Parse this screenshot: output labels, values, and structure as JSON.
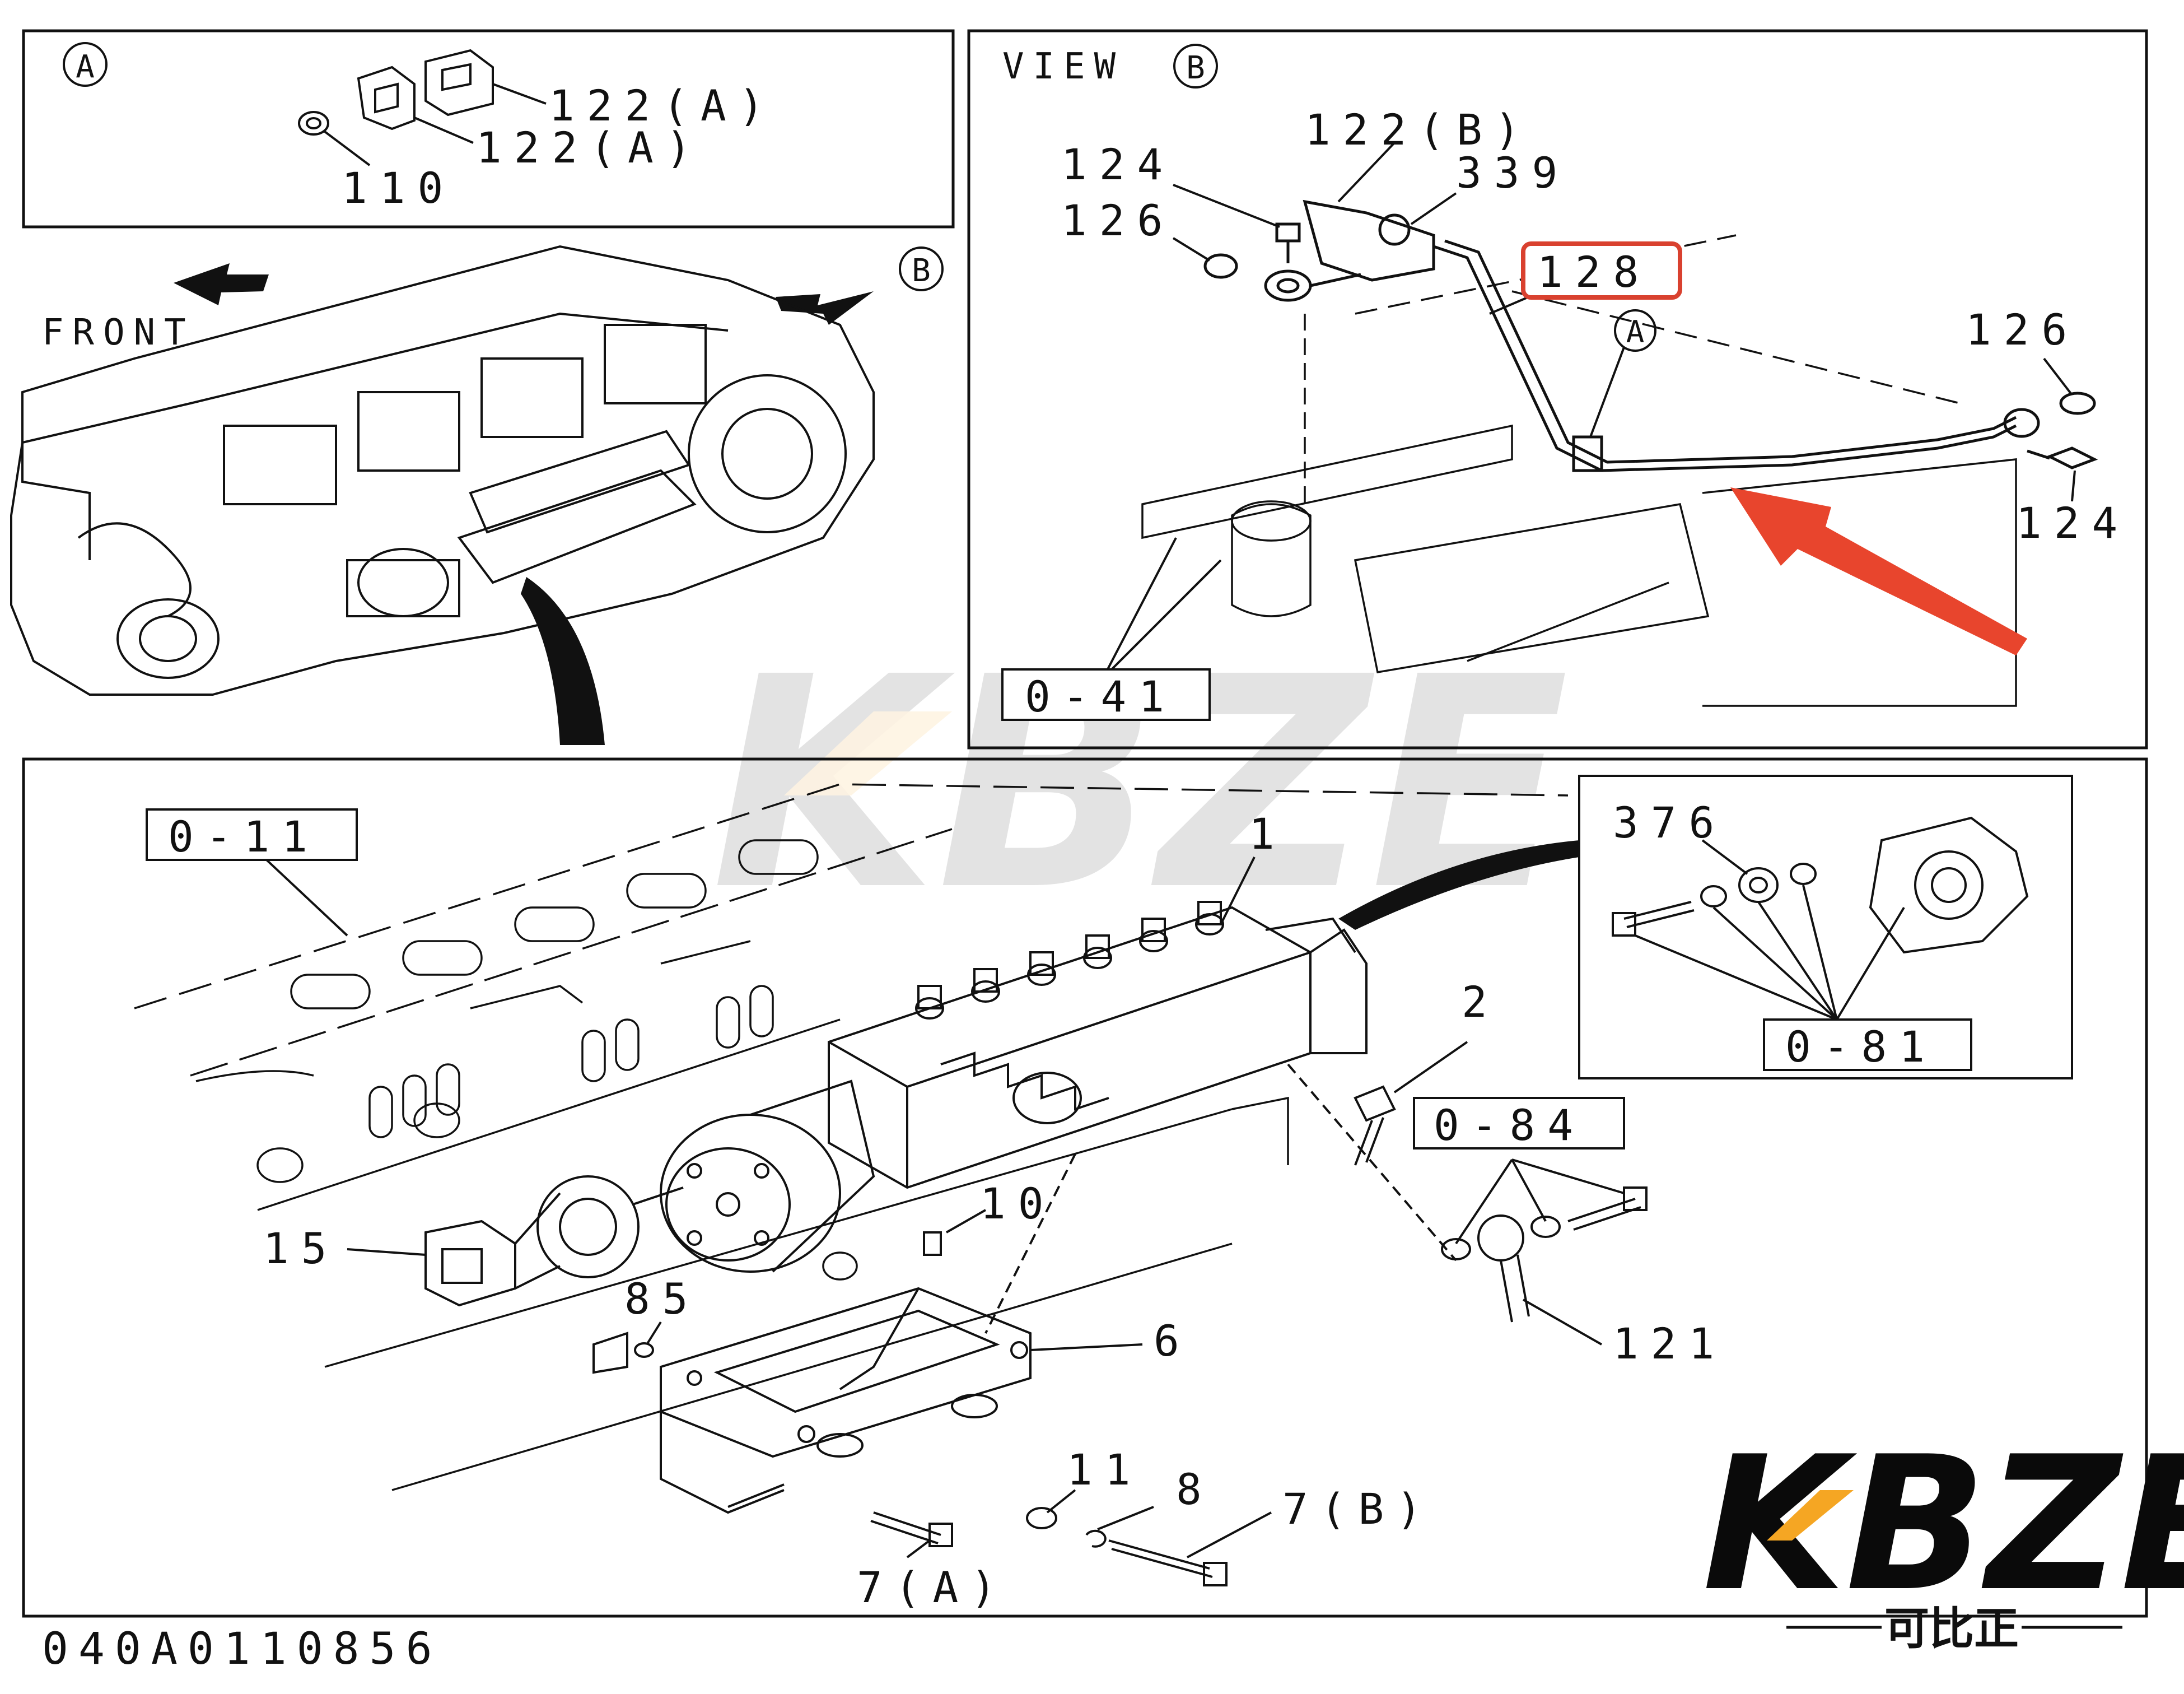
{
  "diagram_code": "040A0110856",
  "inset_a": {
    "circle_label": "A",
    "callouts": [
      "122(A)",
      "122(A)",
      "110"
    ]
  },
  "overview": {
    "front_label": "FRONT",
    "view_marker": "B"
  },
  "view_b": {
    "title": "VIEW",
    "circle_label": "B",
    "highlighted_part": "128",
    "highlight_color": "#d9412f",
    "arrow_color": "#e8452d",
    "detail_marker": "A",
    "callouts": [
      "124",
      "126",
      "122(B)",
      "339",
      "126",
      "124"
    ],
    "ref_box": "0-41"
  },
  "main": {
    "ref_boxes": [
      "0-11",
      "0-84"
    ],
    "callouts": [
      "1",
      "2",
      "15",
      "10",
      "85",
      "6",
      "121",
      "11",
      "8",
      "7(B)",
      "7(A)"
    ]
  },
  "inset_376": {
    "callouts": [
      "376"
    ],
    "ref_box": "0-81"
  },
  "watermark": {
    "text": "KBZE",
    "subtext": "可比正",
    "accent_color": "#f5a623"
  }
}
